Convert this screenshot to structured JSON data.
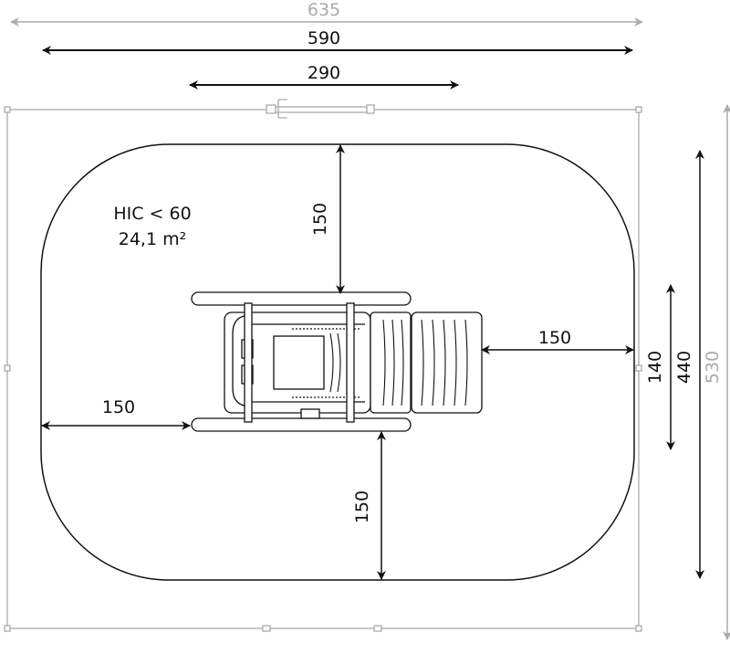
{
  "dimensions": {
    "overall_width_grey": "635",
    "width_outer": "590",
    "width_equipment": "290",
    "top_clearance": "150",
    "bottom_clearance": "150",
    "left_clearance": "150",
    "right_clearance": "150",
    "equipment_depth": "140",
    "area_depth": "440",
    "overall_depth_grey": "530"
  },
  "annotations": {
    "hic": "HIC < 60",
    "area": "24,1 m²"
  },
  "colors": {
    "primary_line": "#111111",
    "secondary_line": "#aaaaaa"
  }
}
